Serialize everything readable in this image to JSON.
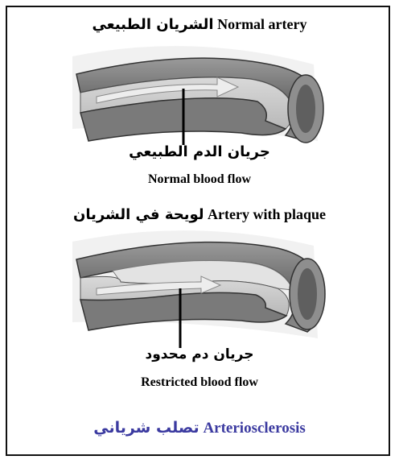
{
  "figure": {
    "normal_title_ar": "الشريان الطبيعي",
    "normal_title_en": "Normal artery",
    "normal_flow_ar": "جريان الدم الطبيعي",
    "normal_flow_en": "Normal blood flow",
    "plaque_title_en": "Artery with plaque",
    "plaque_title_ar": "لويحة في الشريان",
    "restricted_flow_ar": "جريان دم محدود",
    "restricted_flow_en": "Restricted blood flow",
    "footer_ar": "تصلب شرياني",
    "footer_en": "Arteriosclerosis"
  },
  "colors": {
    "footer_text": "#3b3aa0",
    "vessel_outer": "#6f6f6f",
    "vessel_inner": "#a9a9a9",
    "lumen": "#cfcfcf",
    "plaque": "#e3e3e3"
  }
}
